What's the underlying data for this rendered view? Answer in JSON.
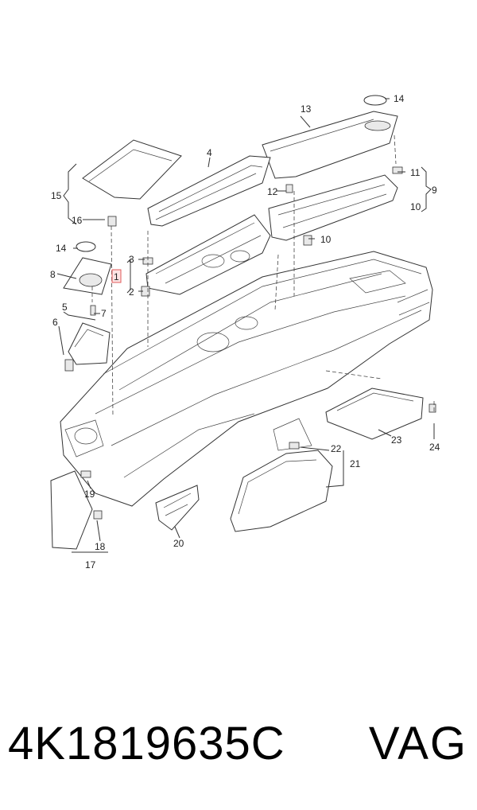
{
  "diagram": {
    "part_numbers": [
      "1",
      "2",
      "3",
      "4",
      "5",
      "6",
      "7",
      "8",
      "9",
      "10",
      "10",
      "11",
      "12",
      "13",
      "14",
      "14",
      "15",
      "16",
      "17",
      "18",
      "19",
      "20",
      "21",
      "22",
      "23",
      "24"
    ],
    "highlighted_part": "1"
  },
  "footer": {
    "part_number": "4K1819635C",
    "brand": "VAG"
  }
}
